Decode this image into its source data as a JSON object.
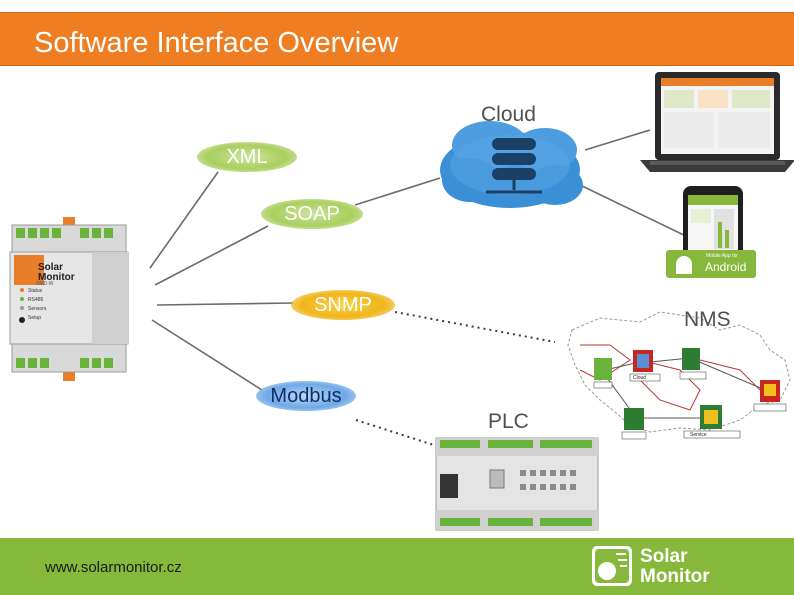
{
  "header": {
    "title": "Software Interface Overview"
  },
  "labels": {
    "cloud": "Cloud",
    "nms": "NMS",
    "plc": "PLC"
  },
  "protocols": {
    "xml": "XML",
    "soap": "SOAP",
    "snmp": "SNMP",
    "modbus": "Modbus"
  },
  "device": {
    "brand_line1": "Solar",
    "brand_line2": "Monitor",
    "model": "SMD-W",
    "leds": [
      "Status",
      "RS485",
      "Sensors",
      "Setup"
    ]
  },
  "android_badge": {
    "small": "Mobile App for",
    "big": "Android"
  },
  "nms_nodes": [
    "",
    "Cloud",
    "",
    "",
    "",
    "",
    "Service"
  ],
  "footer": {
    "url": "www.solarmonitor.cz",
    "logo_line1": "Solar",
    "logo_line2": "Monitor"
  },
  "colors": {
    "header": "#ef7d22",
    "footer": "#86b83c",
    "cloud": "#3a8fd6"
  }
}
